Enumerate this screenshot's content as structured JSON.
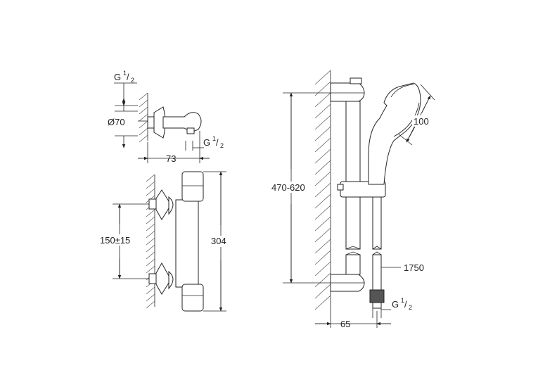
{
  "labels": {
    "g_top": "G",
    "g_top_num": "1",
    "g_top_den": "2",
    "dia70": "Ø70",
    "g_mid": "G",
    "g_mid_num": "1",
    "g_mid_den": "2",
    "d73": "73",
    "d150": "150±15",
    "d304": "304",
    "d470": "470-620",
    "d100": "100",
    "d1750": "1750",
    "g_bot": "G",
    "g_bot_num": "1",
    "g_bot_den": "2",
    "d65": "65"
  }
}
